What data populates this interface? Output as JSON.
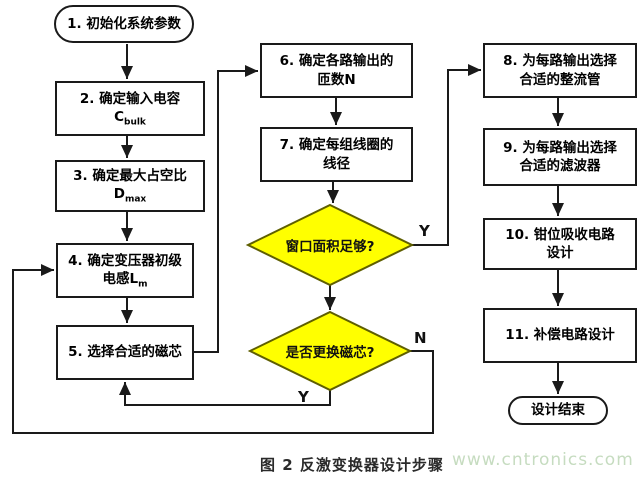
{
  "nodes": {
    "start": {
      "text": "1. 初始化系统参数"
    },
    "step2": {
      "text": "2. 确定输入电容",
      "var": "C",
      "sub": "bulk"
    },
    "step3": {
      "text": "3. 确定最大占空比",
      "var": "D",
      "sub": "max"
    },
    "step4": {
      "text": "4. 确定变压器初级",
      "text2": "电感",
      "var": "L",
      "sub": "m"
    },
    "step5": {
      "text": "5. 选择合适的磁芯"
    },
    "step6": {
      "text": "6. 确定各路输出的",
      "text2": "匝数N"
    },
    "step7": {
      "text": "7. 确定每组线圈的",
      "text2": "线径"
    },
    "decision1": {
      "text": "窗口面积足够?"
    },
    "decision2": {
      "text": "是否更换磁芯?"
    },
    "step8": {
      "text": "8. 为每路输出选择",
      "text2": "合适的整流管"
    },
    "step9": {
      "text": "9. 为每路输出选择",
      "text2": "合适的滤波器"
    },
    "step10": {
      "text": "10. 钳位吸收电路",
      "text2": "设计"
    },
    "step11": {
      "text": "11. 补偿电路设计"
    },
    "end": {
      "text": "设计结束"
    }
  },
  "edge_labels": {
    "d1_yes": "Y",
    "d2_no": "N",
    "d2_yes": "Y"
  },
  "caption": "图 2 反激变换器设计步骤",
  "watermark": "www.cntronics.com",
  "colors": {
    "diamond_fill": "#ffff00",
    "diamond_stroke": "#5f5f00",
    "line": "#1a1a1a",
    "watermark": "#c6dcc0"
  }
}
